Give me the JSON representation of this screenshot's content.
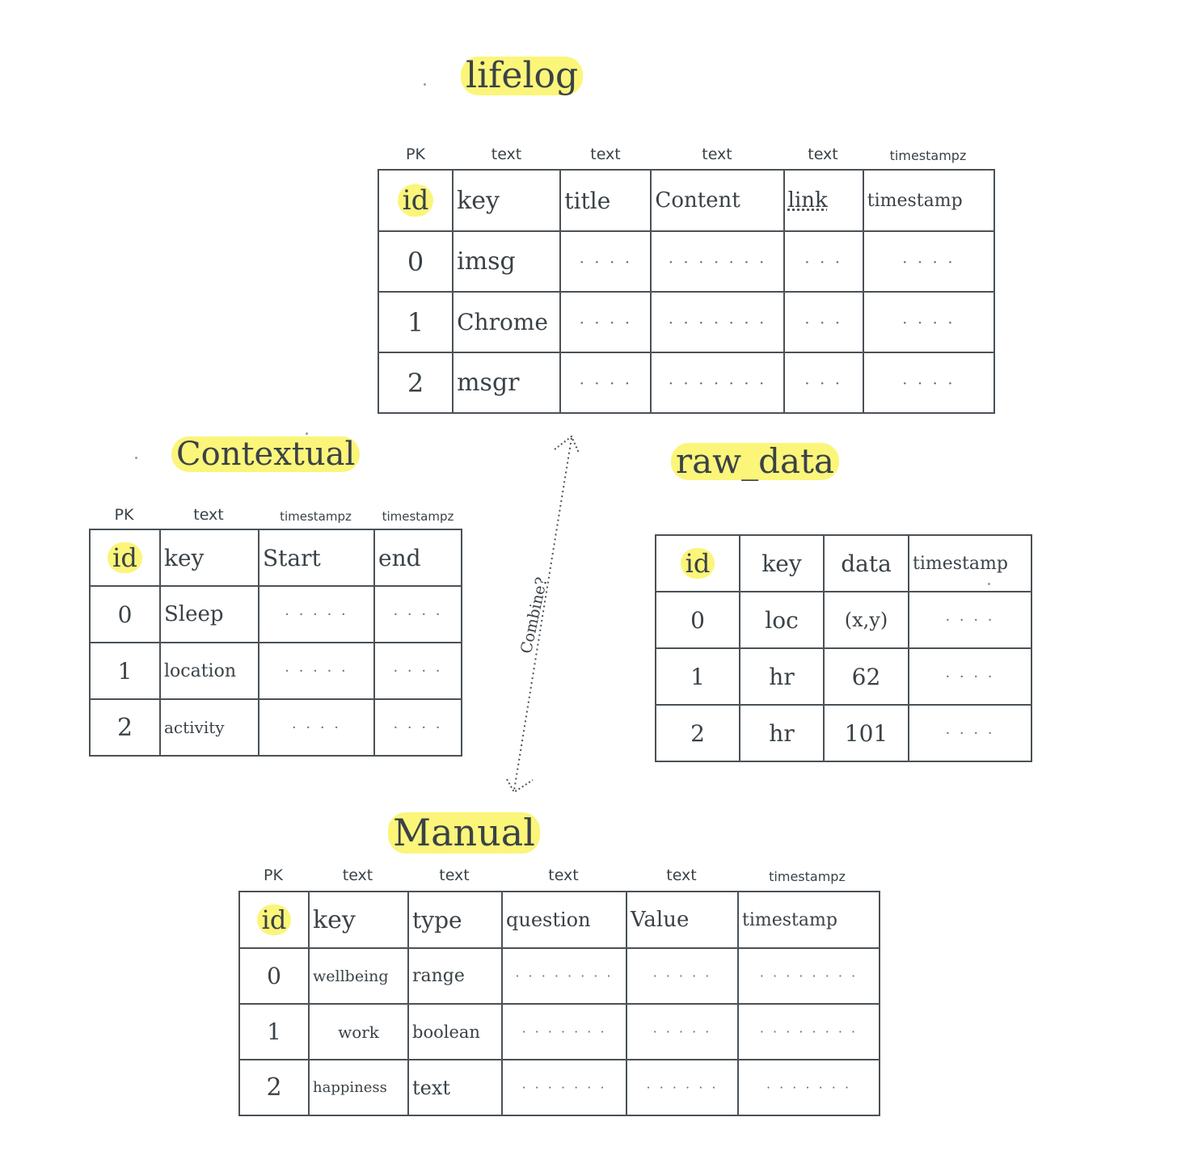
{
  "colors": {
    "highlight": "#fbf57a",
    "ink": "#3a4247",
    "grid": "#4a5157"
  },
  "annotation": {
    "combine_label": "Combine?"
  },
  "tables": {
    "lifelog": {
      "title": "lifelog",
      "types": [
        "PK",
        "text",
        "text",
        "text",
        "text",
        "timestampz"
      ],
      "columns": [
        "id",
        "key",
        "title",
        "Content",
        "link",
        "timestamp"
      ],
      "rows": [
        [
          "0",
          "imsg",
          "· · · ·",
          "· · · · · · ·",
          "· · ·",
          "· · · ·"
        ],
        [
          "1",
          "Chrome",
          "· · · ·",
          "· · · · · · ·",
          "· · ·",
          "· · · ·"
        ],
        [
          "2",
          "msgr",
          "· · · ·",
          "· · · · · · ·",
          "· · ·",
          "· · · ·"
        ]
      ]
    },
    "contextual": {
      "title": "Contextual",
      "types": [
        "PK",
        "text",
        "timestampz",
        "timestampz"
      ],
      "columns": [
        "id",
        "key",
        "Start",
        "end"
      ],
      "rows": [
        [
          "0",
          "Sleep",
          "· · · · ·",
          "· · · ·"
        ],
        [
          "1",
          "location",
          "· · · · ·",
          "· · · ·"
        ],
        [
          "2",
          "activity",
          "· · · ·",
          "· · · ·"
        ]
      ]
    },
    "raw_data": {
      "title": "raw_data",
      "types": [],
      "columns": [
        "id",
        "key",
        "data",
        "timestamp"
      ],
      "rows": [
        [
          "0",
          "loc",
          "(x,y)",
          "· · · ·"
        ],
        [
          "1",
          "hr",
          "62",
          "· · · ·"
        ],
        [
          "2",
          "hr",
          "101",
          "· · · ·"
        ]
      ]
    },
    "manual": {
      "title": "Manual",
      "types": [
        "PK",
        "text",
        "text",
        "text",
        "text",
        "timestampz"
      ],
      "columns": [
        "id",
        "key",
        "type",
        "question",
        "Value",
        "timestamp"
      ],
      "rows": [
        [
          "0",
          "wellbeing",
          "range",
          "· · · · · · · ·",
          "· · · · ·",
          "· · · · · · · ·"
        ],
        [
          "1",
          "work",
          "boolean",
          "· · · · · · ·",
          "· · · · ·",
          "· · · · · · · ·"
        ],
        [
          "2",
          "happiness",
          "text",
          "· · · · · · ·",
          "· · · · · ·",
          "· · · · · · ·"
        ]
      ]
    }
  }
}
